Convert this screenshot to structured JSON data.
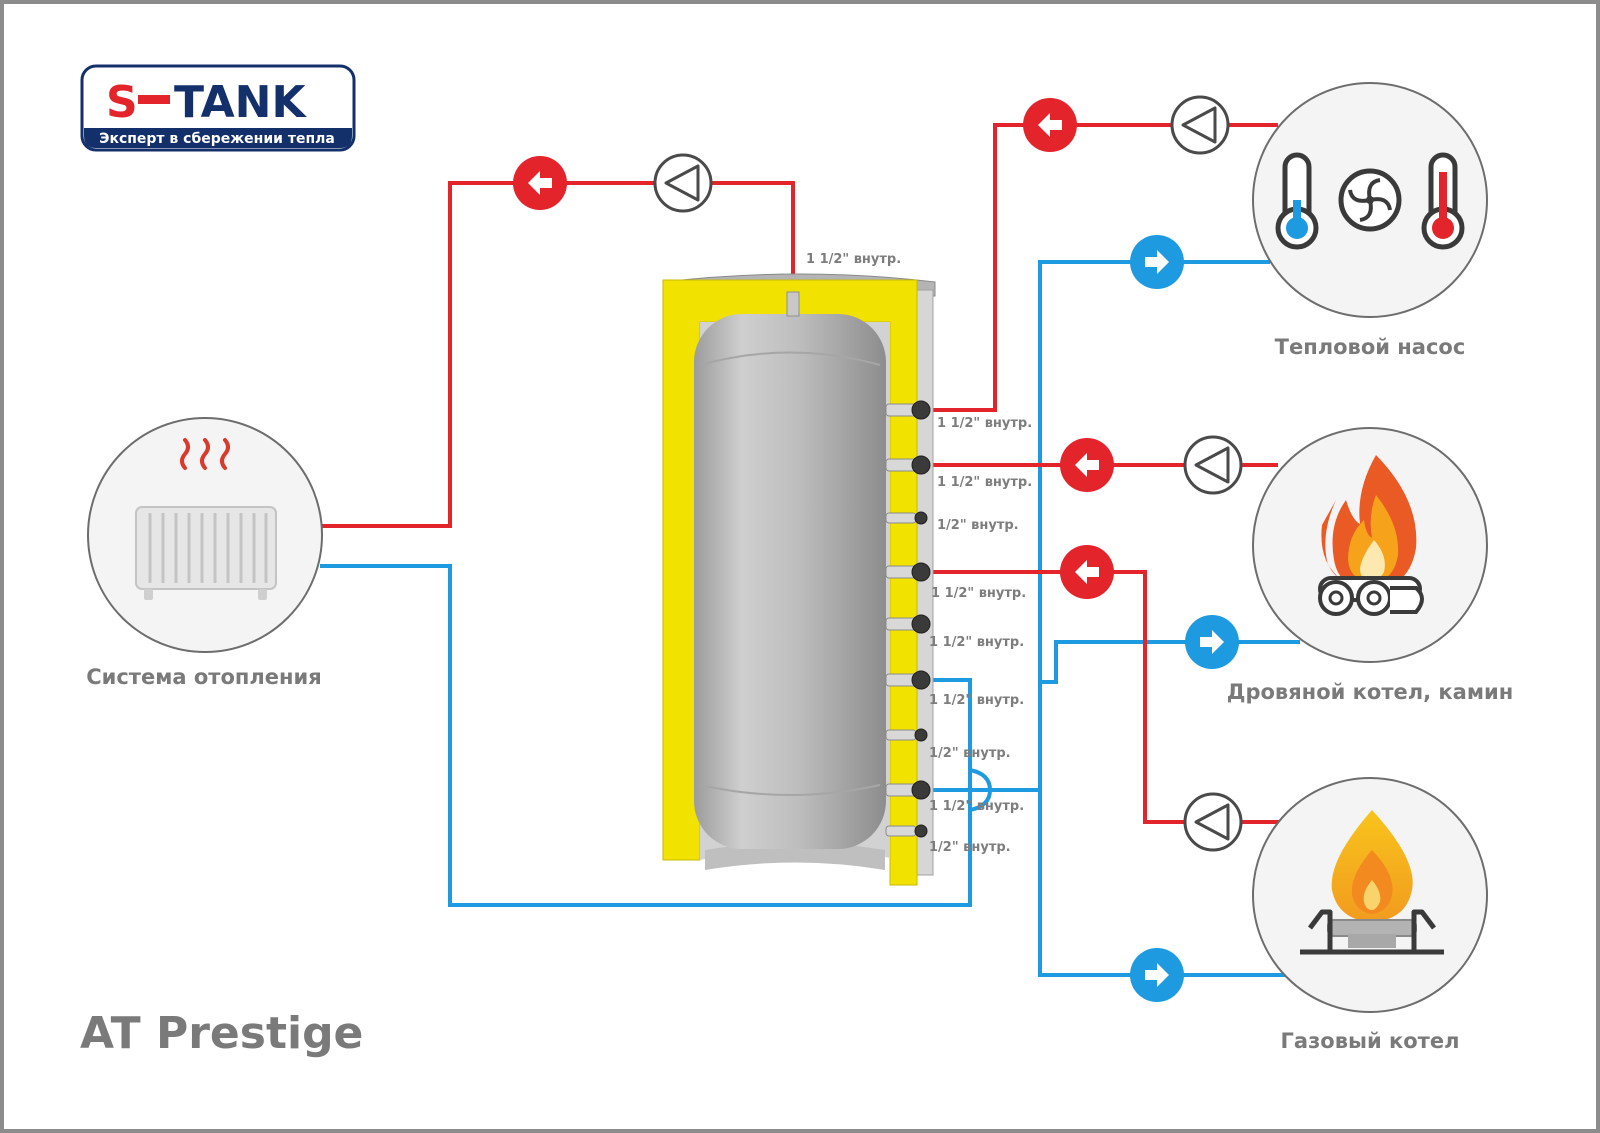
{
  "logo": {
    "brand_prefix": "S",
    "brand_suffix": "TANK",
    "slogan": "Эксперт в сбережении тепла"
  },
  "model_name": "AT Prestige",
  "devices": {
    "heating_system": {
      "label": "Система отопления",
      "icon": "radiator-icon"
    },
    "heat_pump": {
      "label": "Тепловой насос",
      "icon": "heat-pump-icon"
    },
    "wood_boiler": {
      "label": "Дровяной котел, камин",
      "icon": "fire-icon"
    },
    "gas_boiler": {
      "label": "Газовый котел",
      "icon": "gas-flame-icon"
    }
  },
  "tank": {
    "top_fitting": "1 1/2\" внутр.",
    "side_fittings": [
      "1 1/2\" внутр.",
      "1 1/2\" внутр.",
      "1/2\" внутр.",
      "1 1/2\" внутр.",
      "1 1/2\" внутр.",
      "1 1/2\" внутр.",
      "1/2\" внутр.",
      "1 1/2\" внутр.",
      "1/2\" внутр."
    ]
  },
  "colors": {
    "supply_line": "#e3242b",
    "return_line": "#1e9be0",
    "insulation": "#f2e200",
    "circle_border": "#6d6d6d",
    "brand_red": "#e3242b",
    "brand_navy": "#14306b"
  }
}
